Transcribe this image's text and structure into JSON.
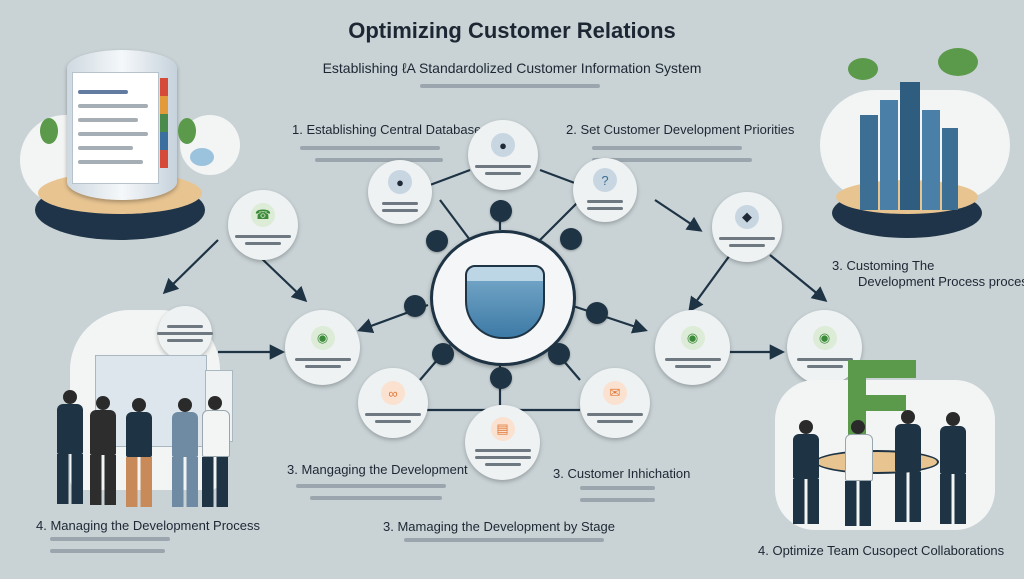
{
  "header": {
    "title": "Optimizing Customer Relations",
    "subtitle": "Establishing ℓA Standardolized Customer Information System"
  },
  "labels": {
    "step1": "1.  Establishing Central Database",
    "step2": "2.  Set Customer Development Priorities",
    "step3a": "3.  Customing The",
    "step3b": "Development Process process",
    "step3c": "3.  Mangaging the Development",
    "step3d": "3.  Customer Inhichation",
    "step3e": "3.  Mamaging the Development by Stage",
    "step4a": "4.  Managing the Development Process",
    "step4b": "4.  Optimize Team Cusopect Collaborations"
  },
  "colors": {
    "background": "#c9d3d6",
    "dark": "#1e3344",
    "green": "#5b9a4a",
    "blue": "#3d6f95",
    "orange": "#e07a3a"
  },
  "icons": [
    "database-icon",
    "bar-chart-icon",
    "user-icon",
    "question-icon",
    "bowl-icon",
    "team-icon"
  ]
}
